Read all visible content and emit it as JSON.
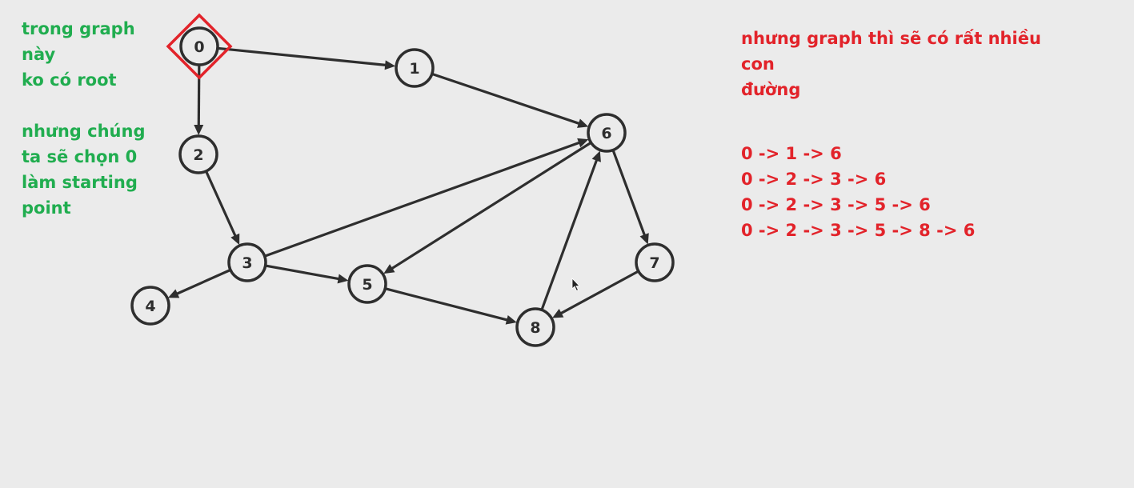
{
  "notes_left": {
    "line1": "trong graph\nnày\nko có root",
    "line2": "nhưng chúng\nta sẽ chọn 0\nlàm starting\npoint"
  },
  "notes_right": {
    "title": "nhưng graph thì sẽ có rất nhiều con\nđường",
    "paths": [
      "0 -> 1 -> 6",
      "0 -> 2 -> 3 -> 6",
      "0 -> 2 -> 3 -> 5 -> 6",
      "0 -> 2 -> 3 -> 5 -> 8 -> 6"
    ]
  },
  "graph": {
    "nodes": [
      {
        "id": "0",
        "label": "0"
      },
      {
        "id": "1",
        "label": "1"
      },
      {
        "id": "2",
        "label": "2"
      },
      {
        "id": "3",
        "label": "3"
      },
      {
        "id": "4",
        "label": "4"
      },
      {
        "id": "5",
        "label": "5"
      },
      {
        "id": "6",
        "label": "6"
      },
      {
        "id": "7",
        "label": "7"
      },
      {
        "id": "8",
        "label": "8"
      }
    ],
    "edges": [
      {
        "from": "0",
        "to": "1"
      },
      {
        "from": "0",
        "to": "2"
      },
      {
        "from": "1",
        "to": "6"
      },
      {
        "from": "2",
        "to": "3"
      },
      {
        "from": "3",
        "to": "4"
      },
      {
        "from": "3",
        "to": "5"
      },
      {
        "from": "3",
        "to": "6"
      },
      {
        "from": "6",
        "to": "5"
      },
      {
        "from": "5",
        "to": "8"
      },
      {
        "from": "8",
        "to": "6"
      },
      {
        "from": "6",
        "to": "7"
      },
      {
        "from": "7",
        "to": "8"
      }
    ],
    "start_node": "0"
  },
  "colors": {
    "green_note": "#20ad4f",
    "red_note": "#e2232a",
    "highlight": "#e2232a",
    "node_stroke": "#2e2e2e"
  }
}
